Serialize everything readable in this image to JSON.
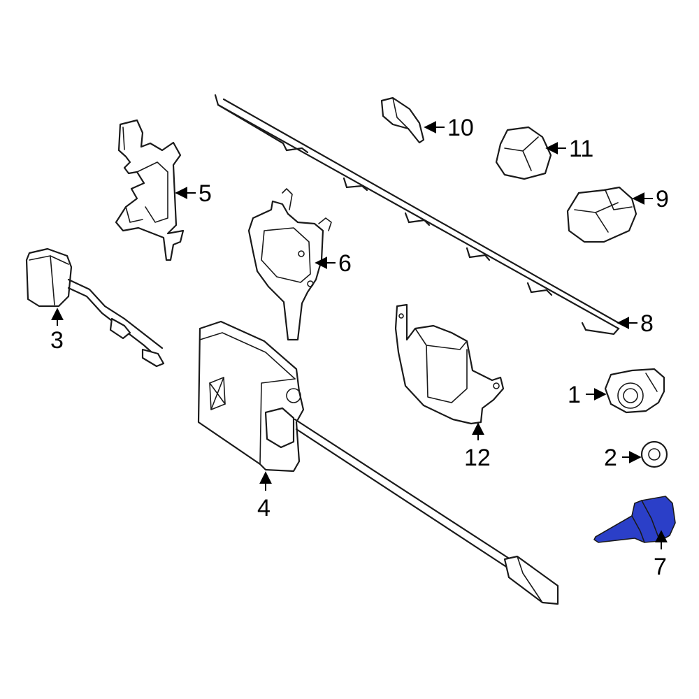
{
  "colors": {
    "highlight": "#2b3fc8",
    "line": "#1a1a1a",
    "background": "#ffffff"
  },
  "callouts": {
    "c1": "1",
    "c2": "2",
    "c3": "3",
    "c4": "4",
    "c5": "5",
    "c6": "6",
    "c7": "7",
    "c8": "8",
    "c9": "9",
    "c10": "10",
    "c11": "11",
    "c12": "12"
  }
}
